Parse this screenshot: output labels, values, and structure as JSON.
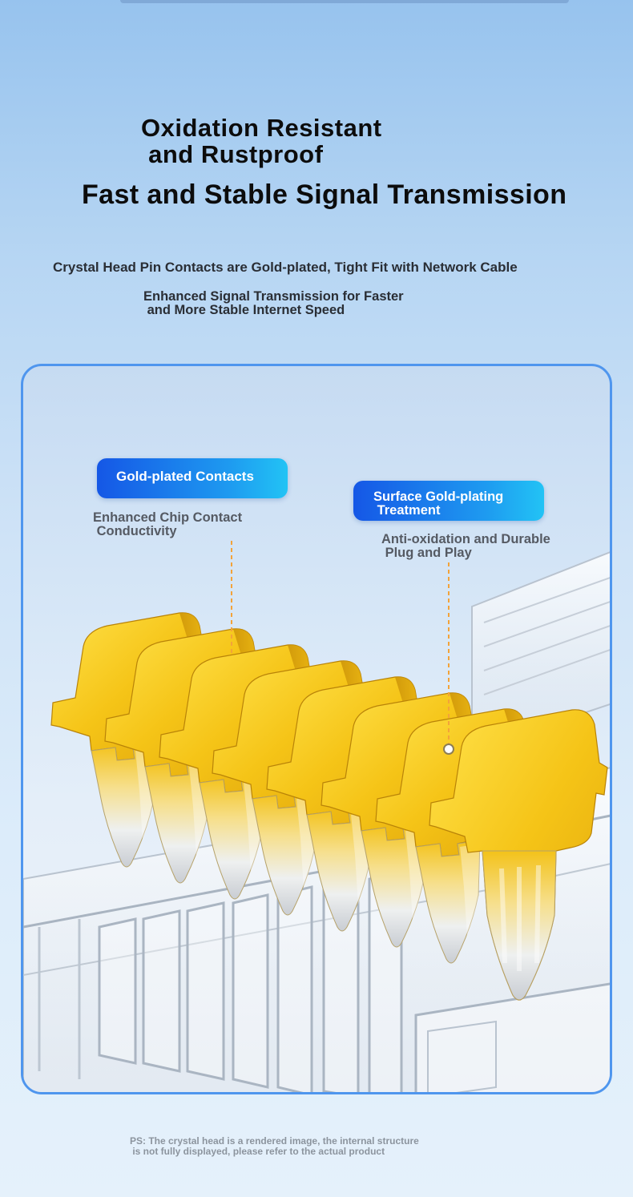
{
  "headline": {
    "line1": "Oxidation Resistant\n and Rustproof",
    "line2": "Fast and Stable Signal Transmission"
  },
  "subtext": {
    "line1": "Crystal Head Pin Contacts are Gold-plated, Tight Fit with Network Cable",
    "line2": "Enhanced Signal Transmission for Faster\n and More Stable Internet Speed"
  },
  "callouts": [
    {
      "label": "Gold-plated Contacts",
      "note": "Enhanced Chip Contact\n Conductivity"
    },
    {
      "label": "Surface Gold-plating\n Treatment",
      "note": "Anti-oxidation and Durable\n Plug and Play"
    }
  ],
  "footnote": "PS: The crystal head is a rendered image, the internal structure\n is not fully displayed, please refer to the actual product",
  "colors": {
    "gold": "#f2c417",
    "accent_blue": "#1e6ff0",
    "panel_border": "#4f96ee",
    "headline_text": "#0c0c0c"
  }
}
